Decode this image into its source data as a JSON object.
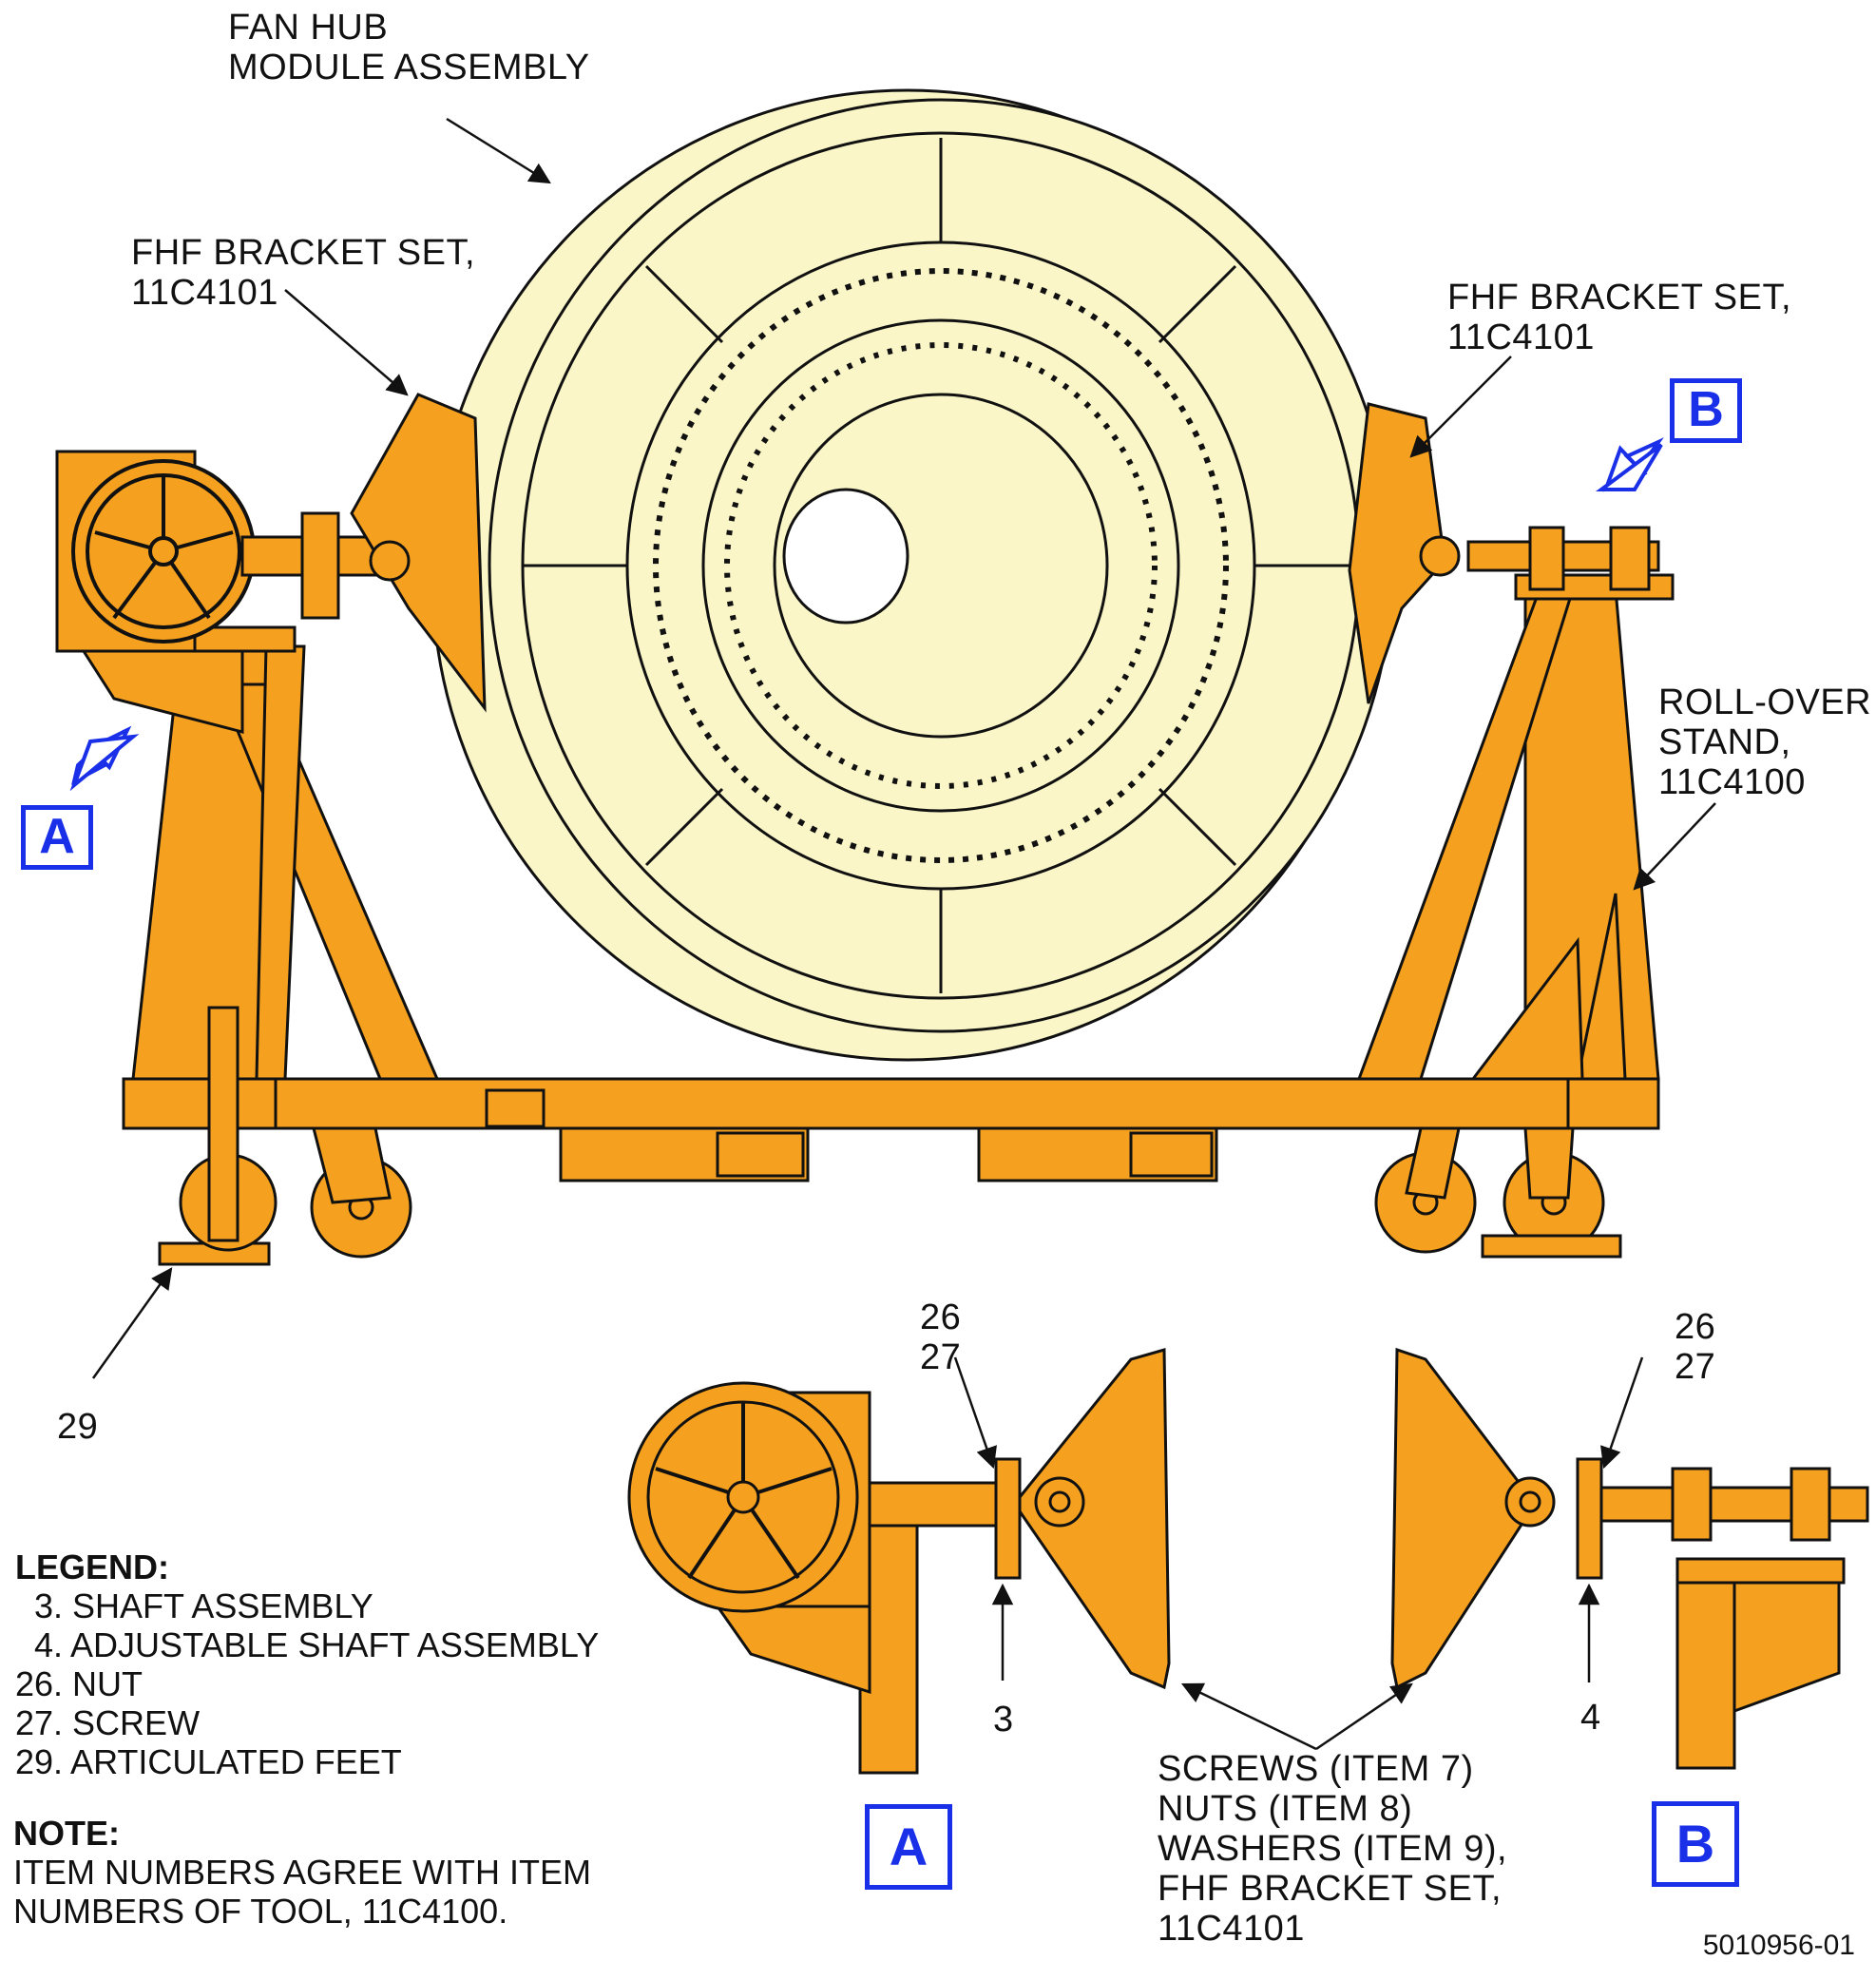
{
  "labels": {
    "fan_hub": [
      "FAN HUB",
      "MODULE ASSEMBLY"
    ],
    "fhf_left": [
      "FHF BRACKET SET,",
      "11C4101"
    ],
    "fhf_right": [
      "FHF BRACKET SET,",
      "11C4101"
    ],
    "roll_over": [
      "ROLL-OVER",
      "STAND,",
      "11C4100"
    ],
    "item_29": "29",
    "item_26_27_left": [
      "26",
      "27"
    ],
    "item_26_27_right": [
      "26",
      "27"
    ],
    "item_3": "3",
    "item_4": "4",
    "screws": [
      "SCREWS (ITEM 7)",
      "NUTS (ITEM 8)",
      "WASHERS (ITEM 9),",
      "FHF BRACKET SET,",
      "11C4101"
    ]
  },
  "view_markers": {
    "a_top": "A",
    "b_top": "B",
    "a_bottom": "A",
    "b_bottom": "B"
  },
  "legend": {
    "title": "LEGEND:",
    "items": [
      "  3. SHAFT ASSEMBLY",
      "  4. ADJUSTABLE SHAFT ASSEMBLY",
      "26. NUT",
      "27. SCREW",
      "29. ARTICULATED FEET"
    ]
  },
  "note": {
    "title": "NOTE:",
    "lines": [
      "ITEM NUMBERS AGREE WITH ITEM",
      "NUMBERS OF TOOL, 11C4100."
    ]
  },
  "figure_number": "5010956-01",
  "colors": {
    "stand": "#f5a01e",
    "hub": "#fbf6c8",
    "outline": "#111111",
    "marker": "#1a2fe8"
  }
}
